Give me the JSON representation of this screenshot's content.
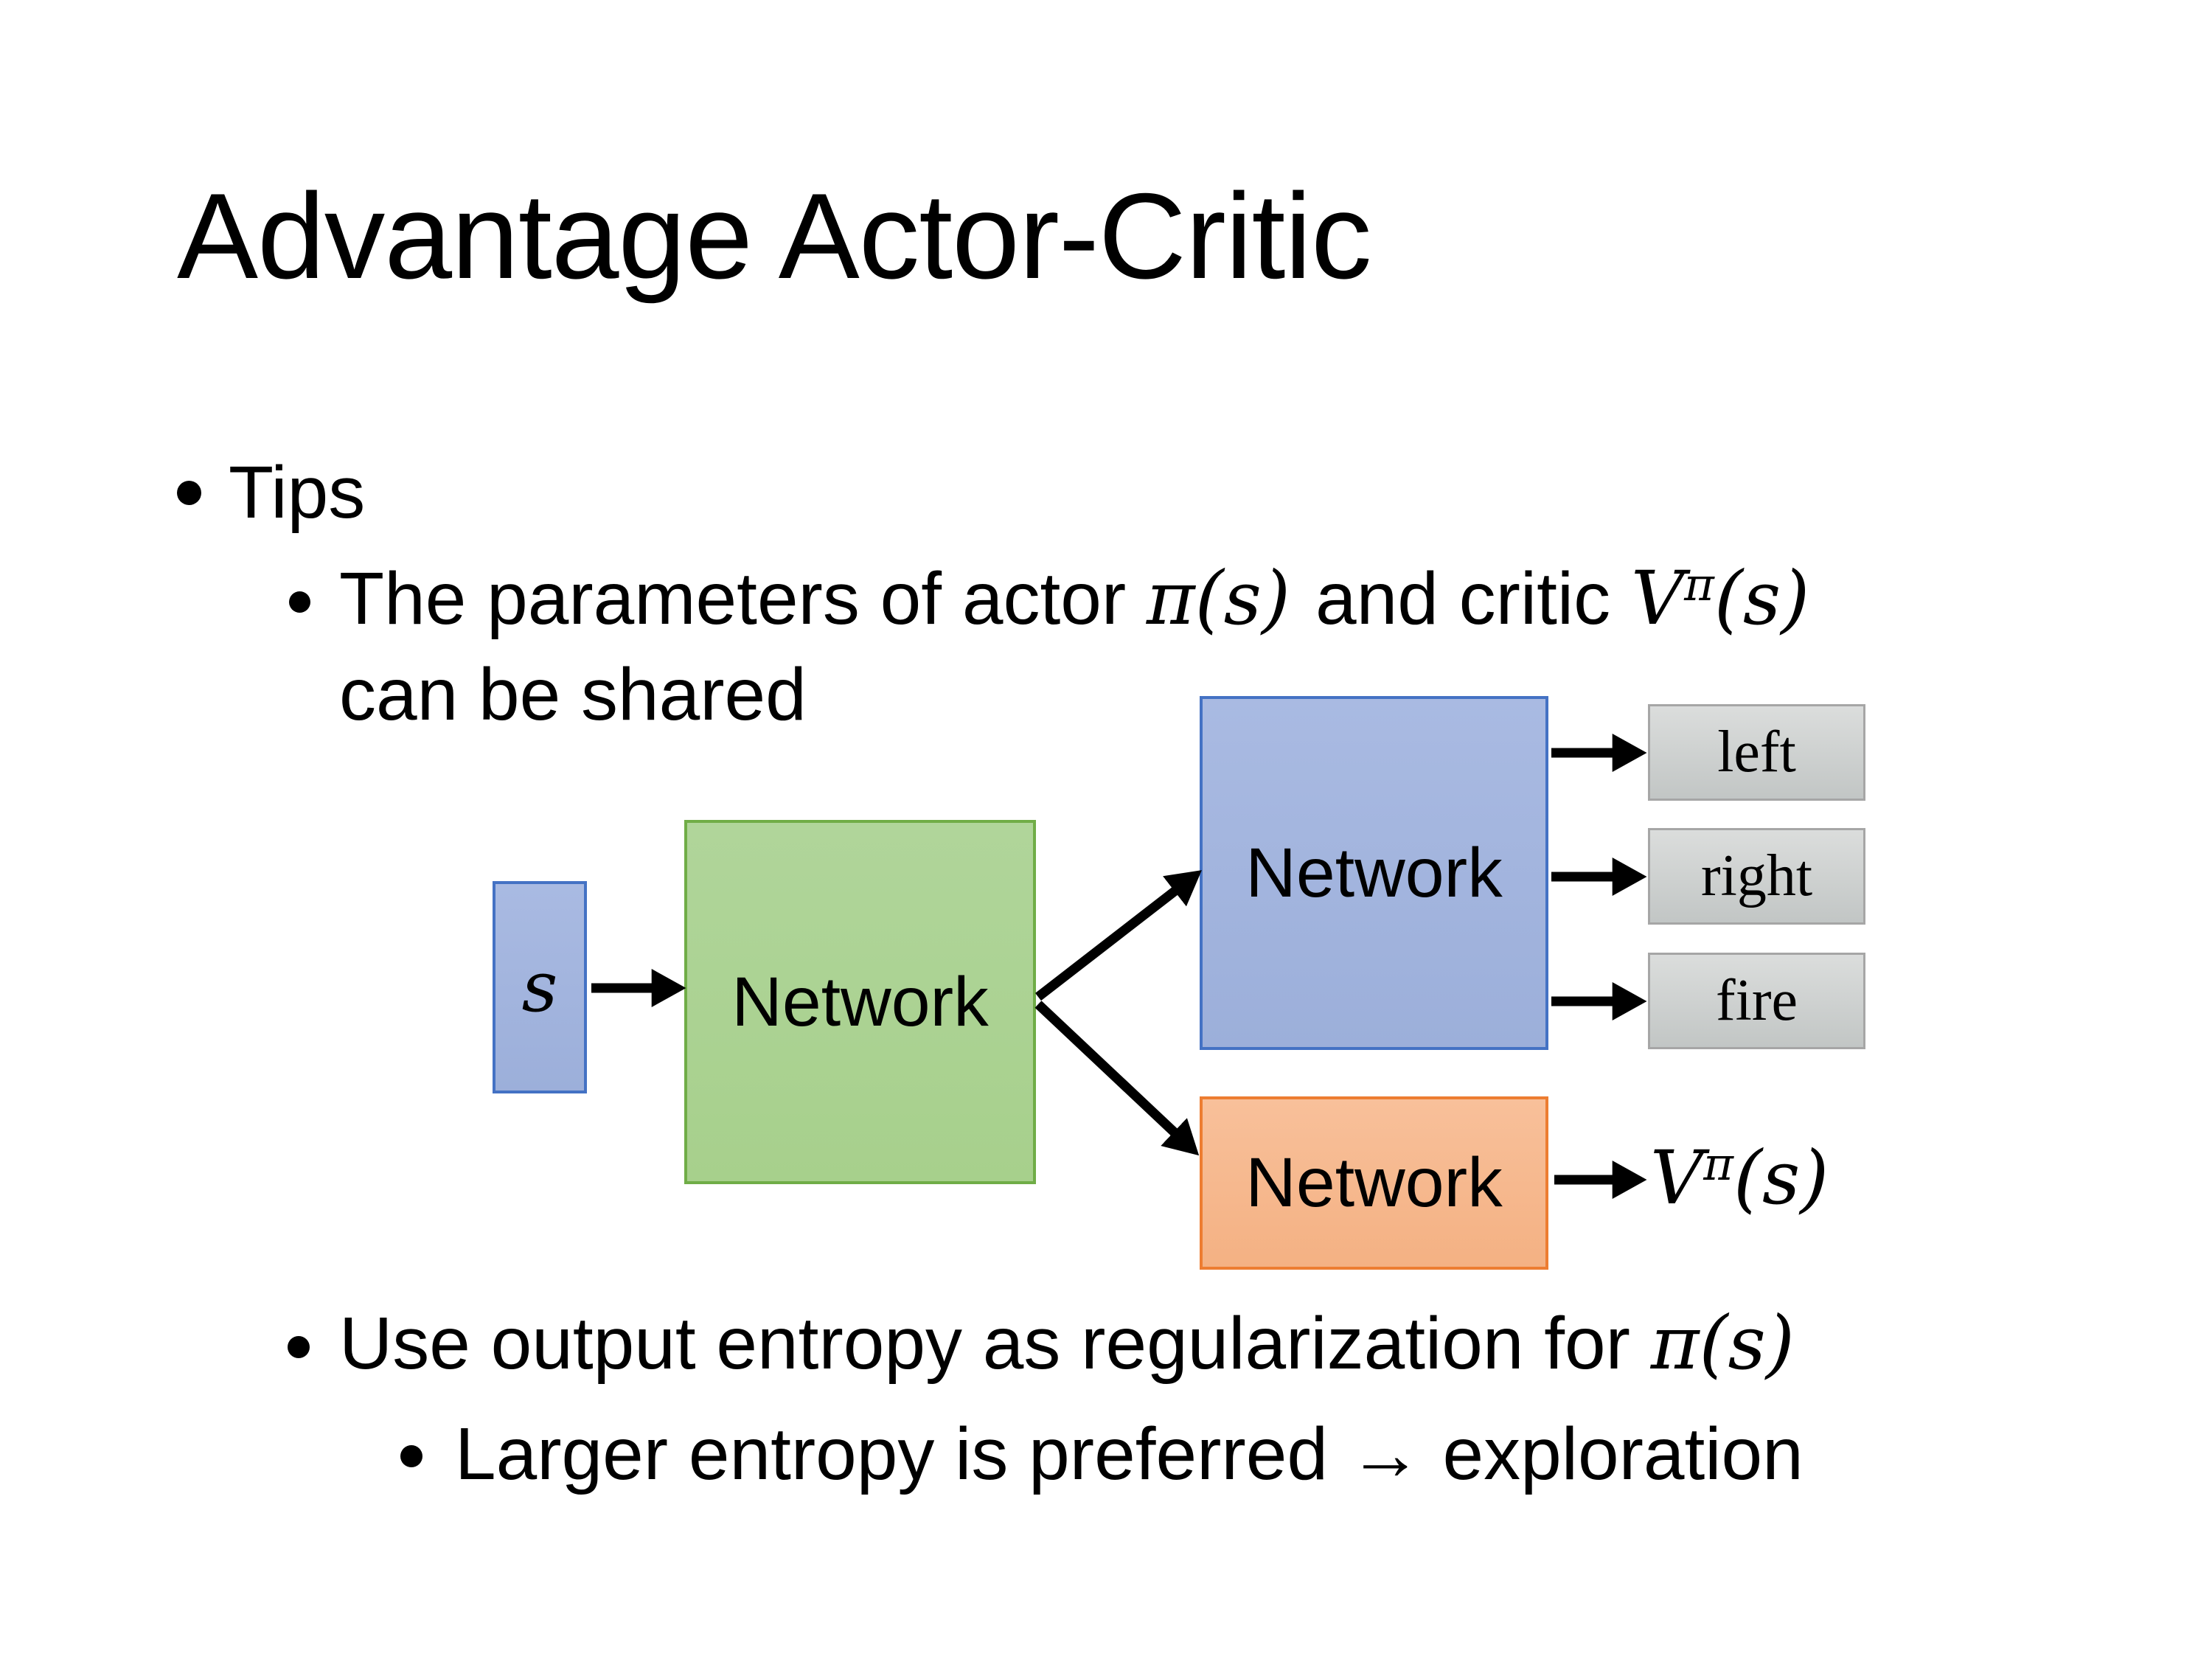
{
  "slide": {
    "title": "Advantage Actor-Critic"
  },
  "bullets": {
    "tips": "Tips",
    "b2": {
      "prefix": "The parameters of actor ",
      "math1": "π(s)",
      "middle": "and critic ",
      "value_base": "V",
      "value_sup": "π",
      "value_args": "(s)",
      "line2": "can be shared"
    },
    "b3": {
      "prefix": "Use output entropy as regularization for ",
      "math": "π(s)"
    },
    "b4": "Larger entropy is preferred → exploration"
  },
  "diagram": {
    "state_label": "s",
    "shared_network_label": "Network",
    "actor_network_label": "Network",
    "critic_network_label": "Network",
    "actions": [
      "left",
      "right",
      "fire"
    ],
    "value_base": "V",
    "value_sup": "π",
    "value_args": "(s)",
    "colors": {
      "state_fill": "#9CAFDA",
      "state_border": "#4472C4",
      "shared_fill": "#A7D08C",
      "shared_border": "#70AD47",
      "actor_fill": "#9CAFDA",
      "actor_border": "#4472C4",
      "critic_fill": "#F4B183",
      "critic_border": "#ED7D31",
      "action_fill": "#CDD0CF",
      "action_border": "#A6A6A6",
      "arrow": "#000000"
    }
  }
}
